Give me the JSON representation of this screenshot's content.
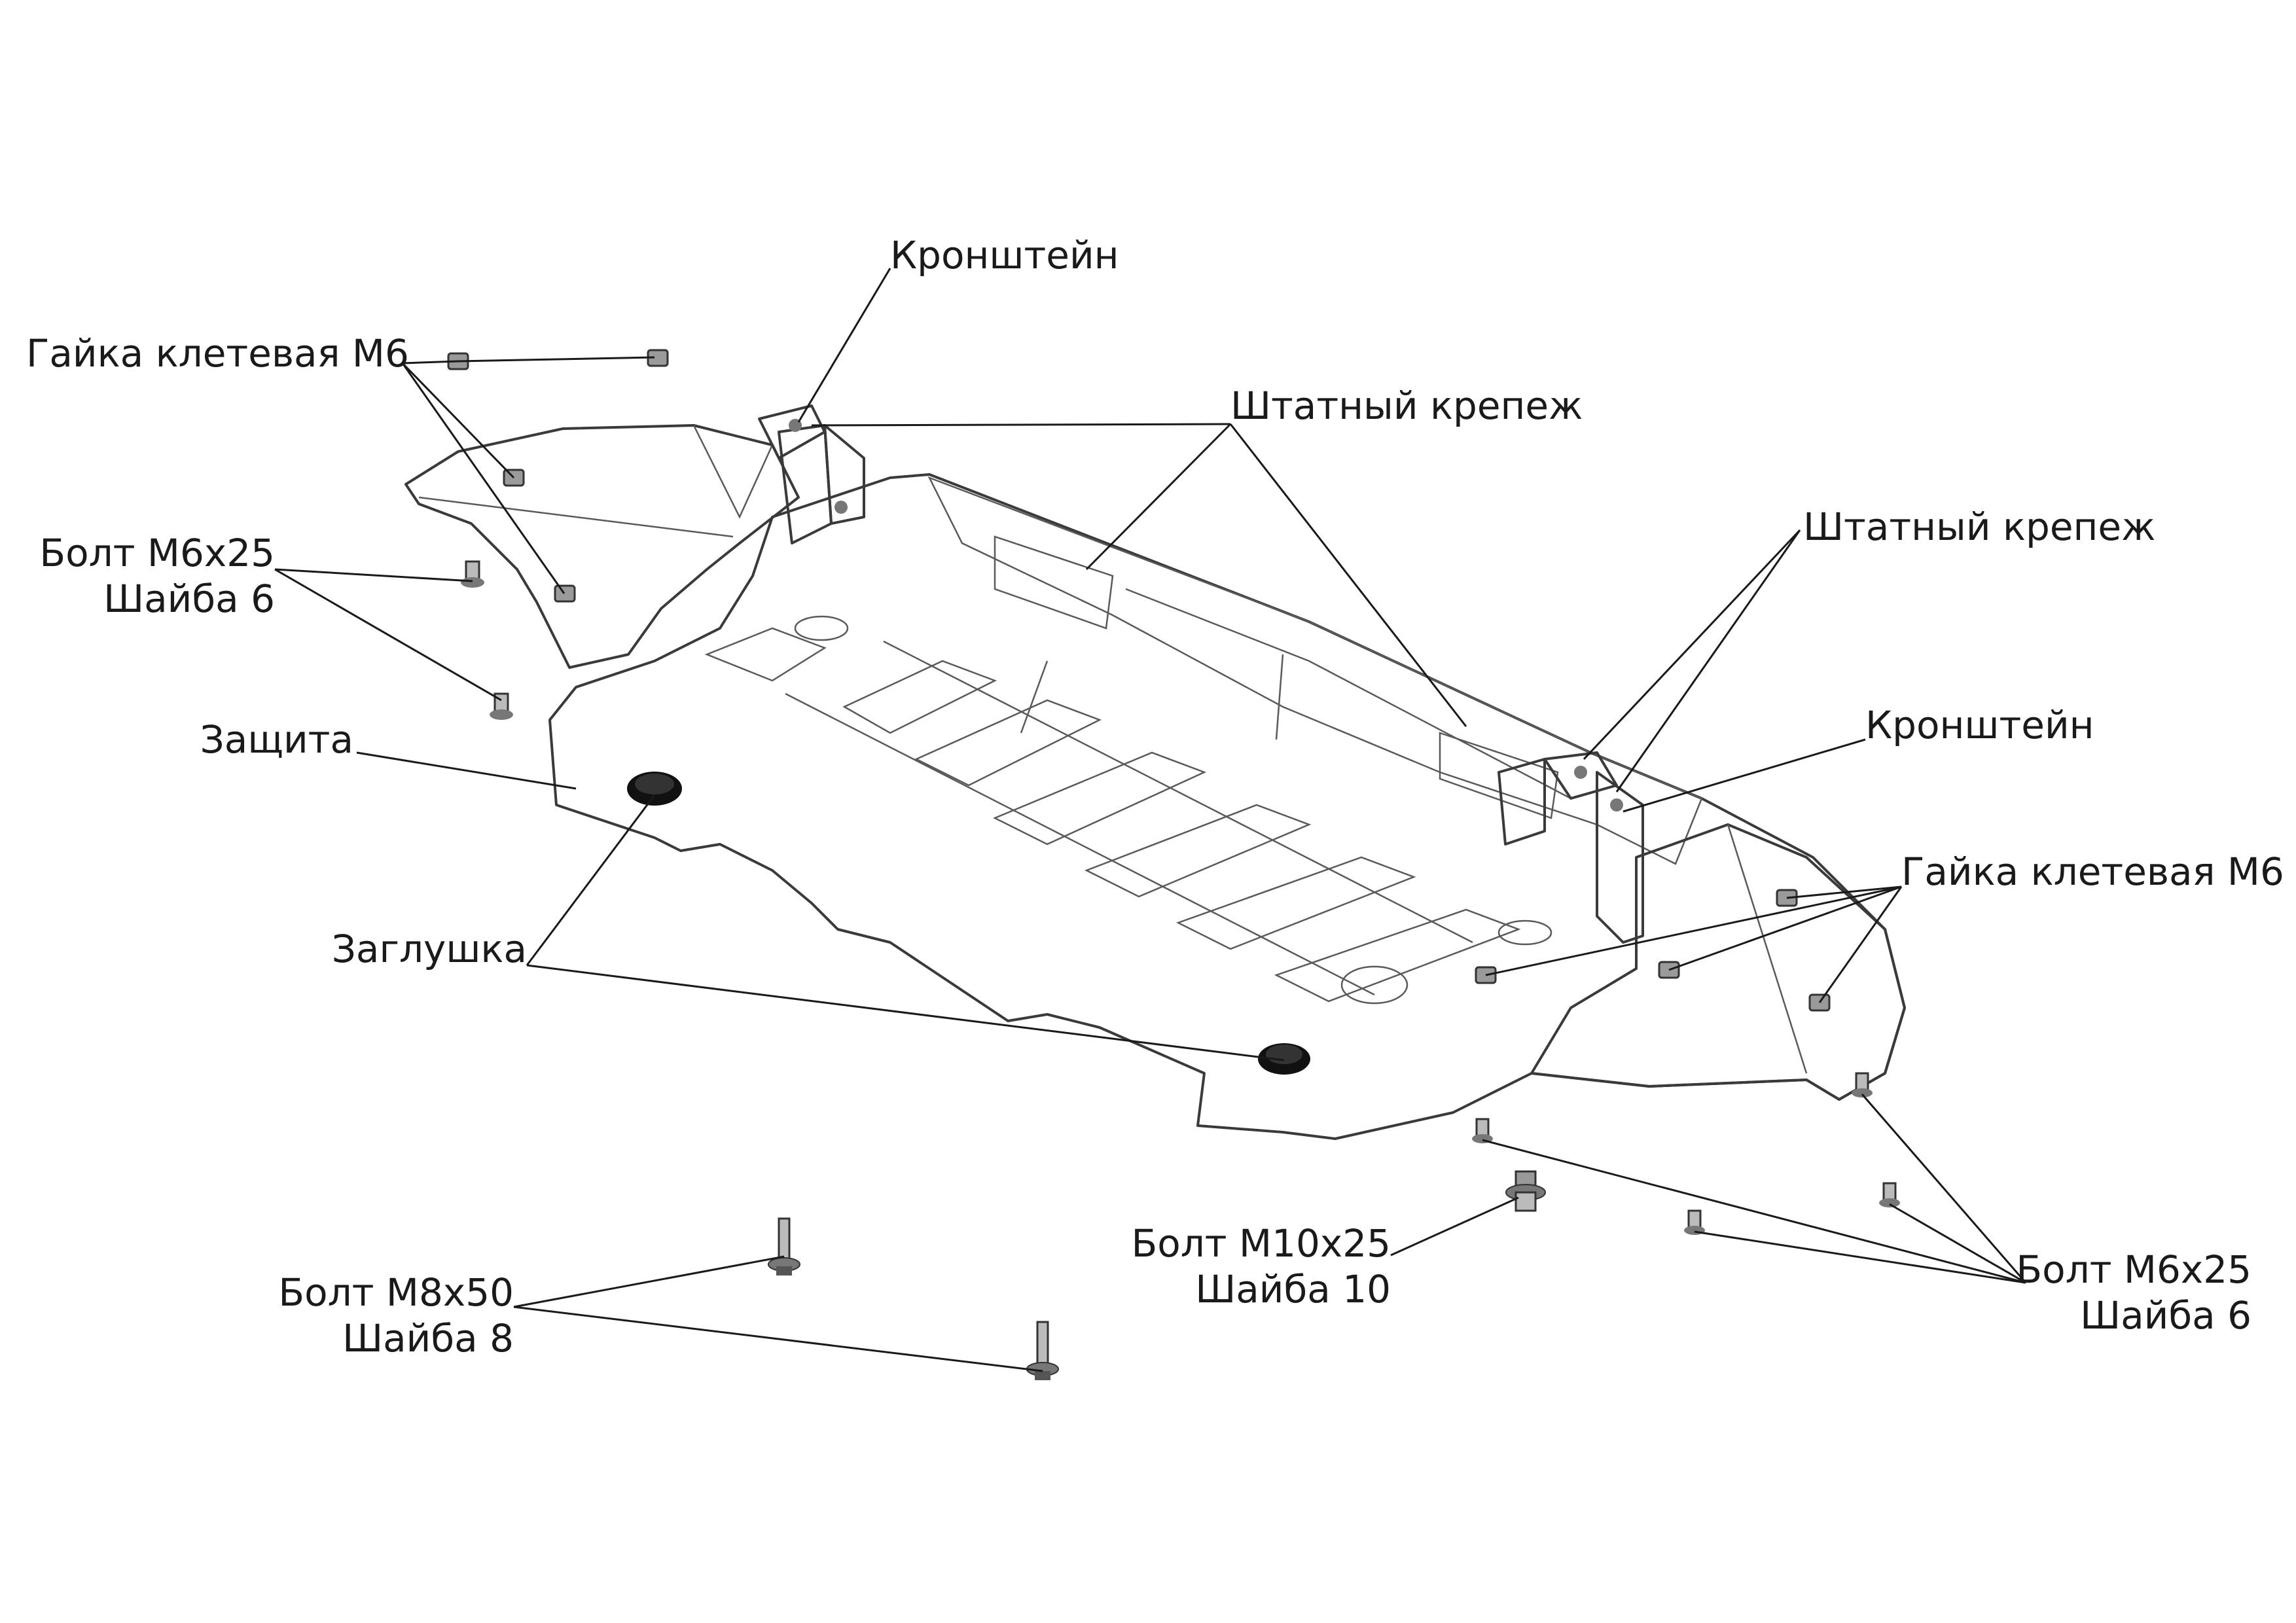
{
  "labels": {
    "nut_cage_left": "Гайка клетевая М6",
    "nut_cage_right": "Гайка клетевая М6",
    "bracket_top": "Кронштейн",
    "bracket_right": "Кронштейн",
    "std_fastener_1": "Штатный крепеж",
    "std_fastener_2": "Штатный крепеж",
    "bolt_m6_left_1": "Болт М6х25",
    "bolt_m6_left_2": "Шайба 6",
    "guard": "Защита",
    "plug": "Заглушка",
    "bolt_m8_1": "Болт М8х50",
    "bolt_m8_2": "Шайба 8",
    "bolt_m10_1": "Болт М10х25",
    "bolt_m10_2": "Шайба 10",
    "bolt_m6_right_1": "Болт М6х25",
    "bolt_m6_right_2": "Шайба 6"
  },
  "colors": {
    "plate_fill": "#d9d9d9",
    "plate_shade": "#b5b5b5",
    "plate_dark": "#8e8e8e",
    "bracket_fill": "#4a4a4a",
    "plug_fill": "#111111",
    "line": "#1a1a1a"
  }
}
